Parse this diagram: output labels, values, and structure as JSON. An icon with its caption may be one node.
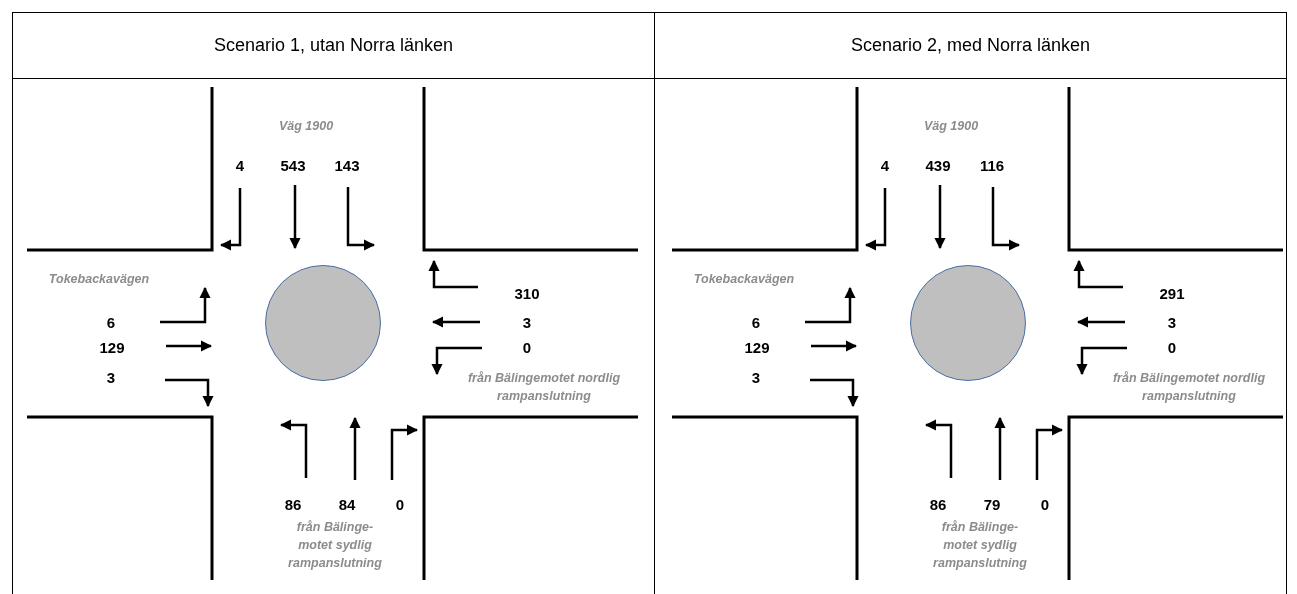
{
  "diagram": {
    "nodes": [
      {
        "text": [
          "Scenario 1, utan Norra länken"
        ]
      },
      {
        "text": [],
        "shape": "circle",
        "in": 0
      },
      {
        "text": [
          "Scenario 2, med Norra länken"
        ]
      },
      {
        "text": [],
        "shape": "circle",
        "in": 2
      }
    ],
    "labels": [
      "Väg 1900",
      "4",
      "543",
      "143",
      "Tokebackavägen",
      "310",
      "6",
      "3",
      "129",
      "0",
      "3",
      "från Bälingemotet nordlig rampanslutning",
      "86",
      "84",
      "0",
      "från Bälinge-motet sydlig rampanslutning",
      "Väg 1900",
      "4",
      "439",
      "116",
      "Tokebackavägen",
      "291",
      "6",
      "3",
      "129",
      "0",
      "3",
      "från Bälingemotet nordlig rampanslutning",
      "86",
      "79",
      "0",
      "från Bälinge-motet sydlig rampanslutning"
    ]
  }
}
